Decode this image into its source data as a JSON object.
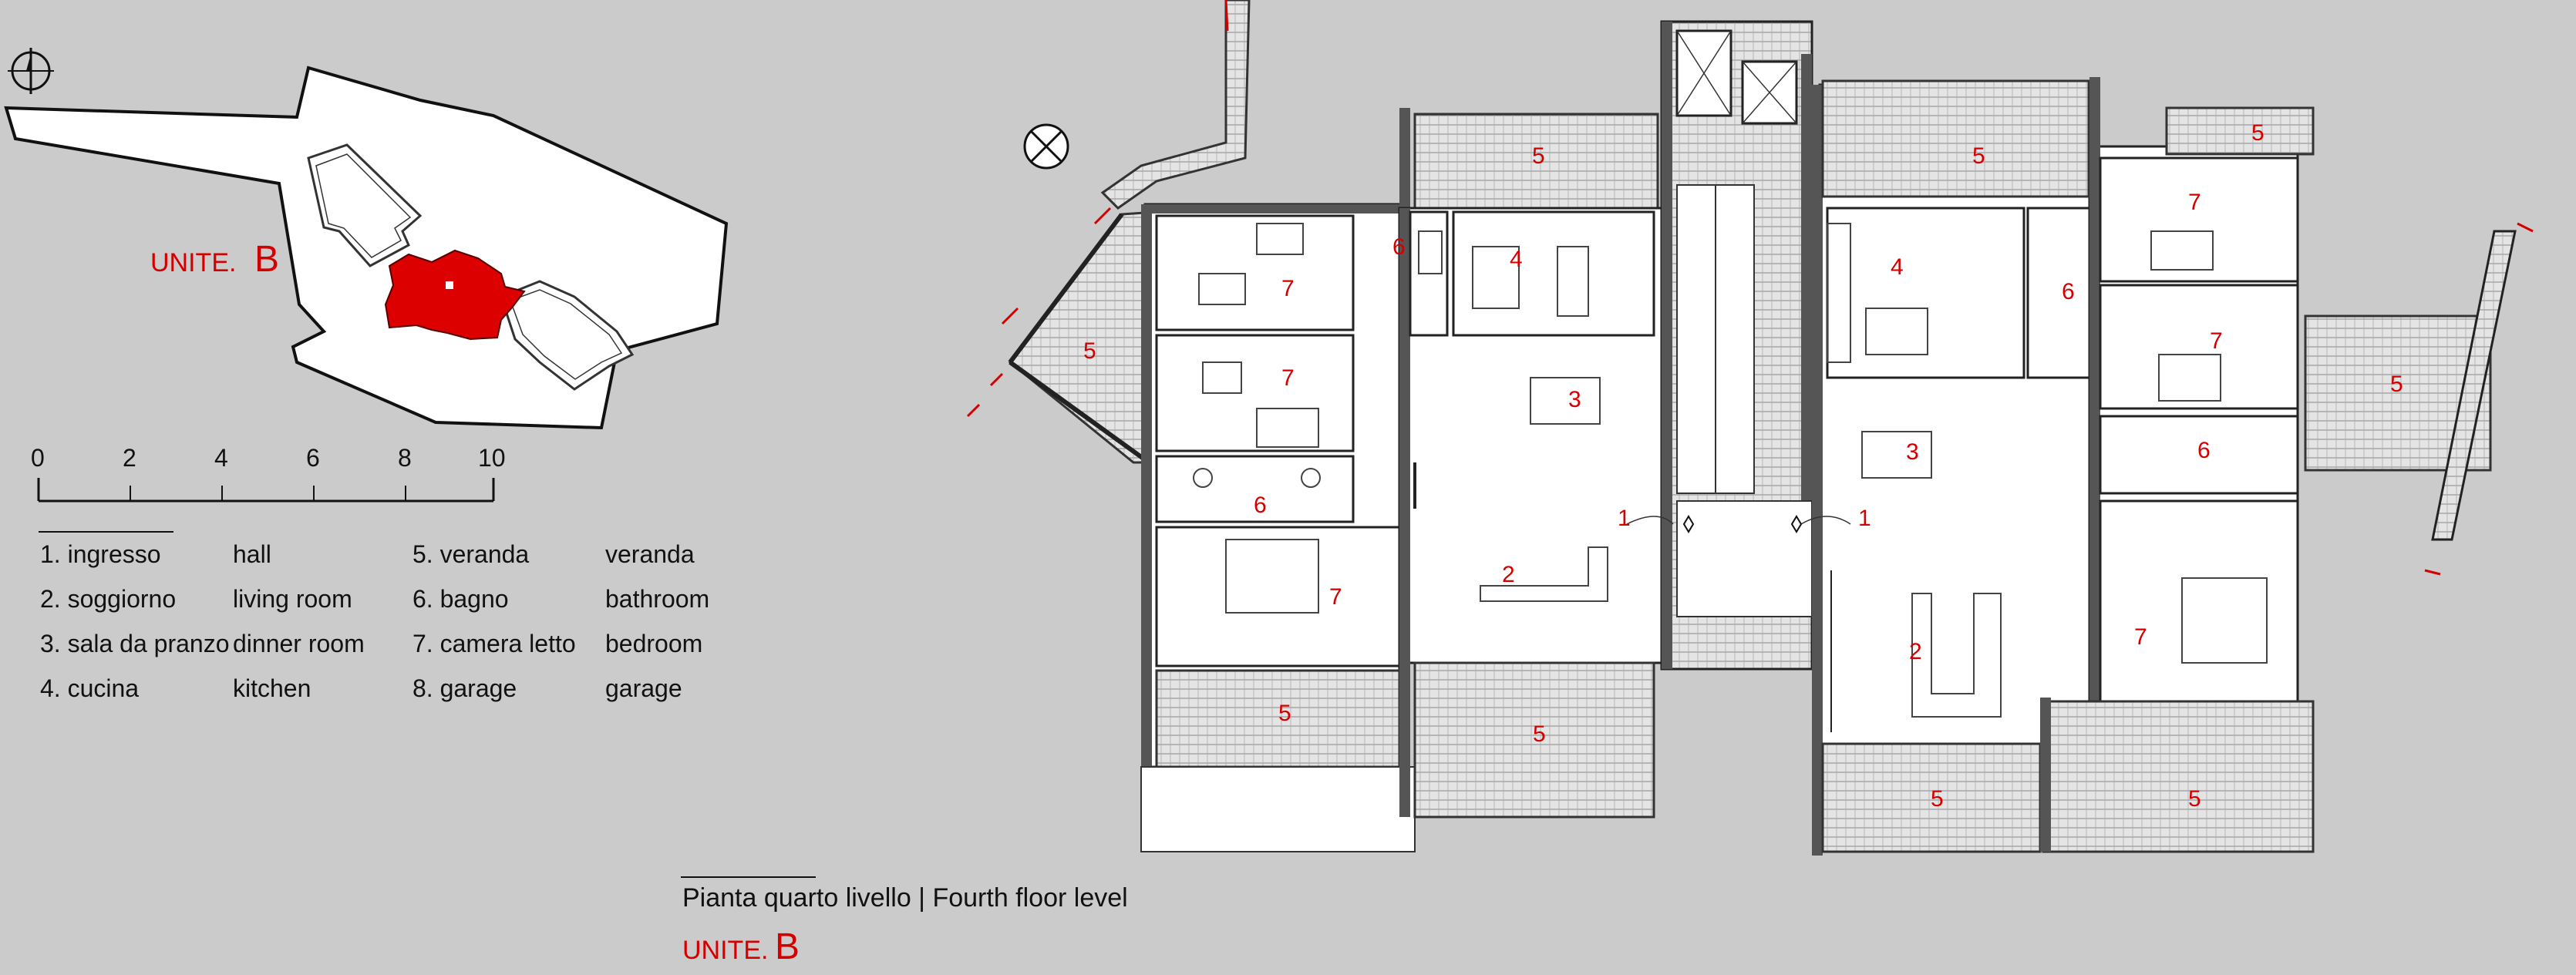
{
  "key_plan": {
    "unit_label": "UNITE.",
    "unit_letter": "B",
    "colors": {
      "highlight": "#dd0000",
      "site": "#ffffff"
    }
  },
  "scale_bar": {
    "ticks": [
      "0",
      "2",
      "4",
      "6",
      "8",
      "10"
    ]
  },
  "legend": [
    {
      "it": "1. ingresso",
      "en": "hall"
    },
    {
      "it": "2. soggiorno",
      "en": "living room"
    },
    {
      "it": "3. sala da pranzo",
      "en": "dinner room"
    },
    {
      "it": "4. cucina",
      "en": "kitchen"
    },
    {
      "it": "5. veranda",
      "en": "veranda"
    },
    {
      "it": "6. bagno",
      "en": "bathroom"
    },
    {
      "it": "7. camera letto",
      "en": "bedroom"
    },
    {
      "it": "8. garage",
      "en": "garage"
    }
  ],
  "plan": {
    "labels": [
      "1",
      "2",
      "3",
      "4",
      "5",
      "6",
      "7"
    ],
    "caption": "Pianta quarto livello | Fourth floor level",
    "unit_label": "UNITE.",
    "unit_letter": "B",
    "colors": {
      "room_number": "#d40000",
      "wall": "#555555",
      "background": "#cbcbcb"
    }
  },
  "icons": [
    "north-arrow-icon",
    "compass-icon"
  ]
}
